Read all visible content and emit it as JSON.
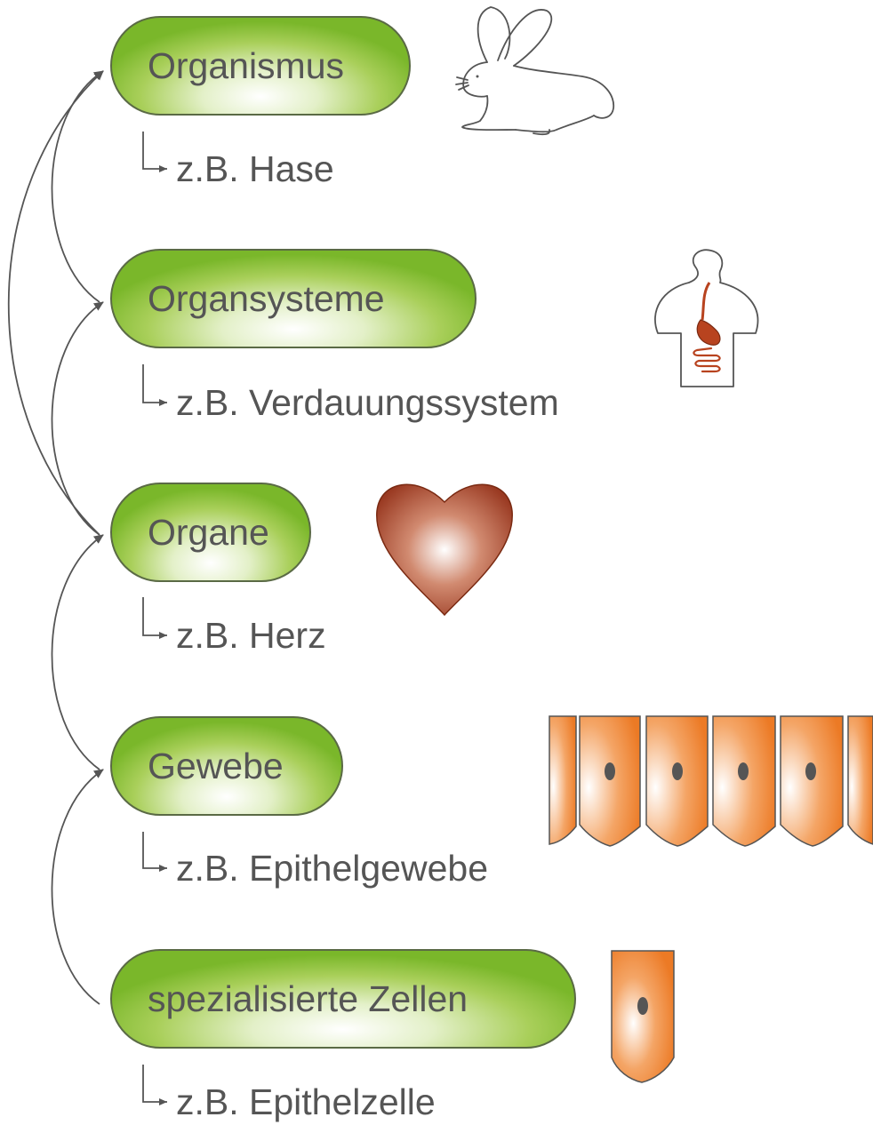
{
  "levels": [
    {
      "label": "Organismus",
      "example": "z.B. Hase",
      "icon": "rabbit-icon"
    },
    {
      "label": "Organsysteme",
      "example": "z.B. Verdauungssystem",
      "icon": "digestive-system-icon"
    },
    {
      "label": "Organe",
      "example": "z.B. Herz",
      "icon": "heart-icon"
    },
    {
      "label": "Gewebe",
      "example": "z.B. Epithelgewebe",
      "icon": "epithelial-tissue-icon"
    },
    {
      "label": "spezialisierte Zellen",
      "example": "z.B. Epithelzelle",
      "icon": "epithelial-cell-icon"
    }
  ],
  "colors": {
    "pill_green": "#7ab72a",
    "pill_border": "#5a6a45",
    "text": "#555555",
    "arrow": "#555555",
    "heart": "#9a3a22",
    "cell_orange": "#ec7a25",
    "digestive": "#b8431f"
  }
}
